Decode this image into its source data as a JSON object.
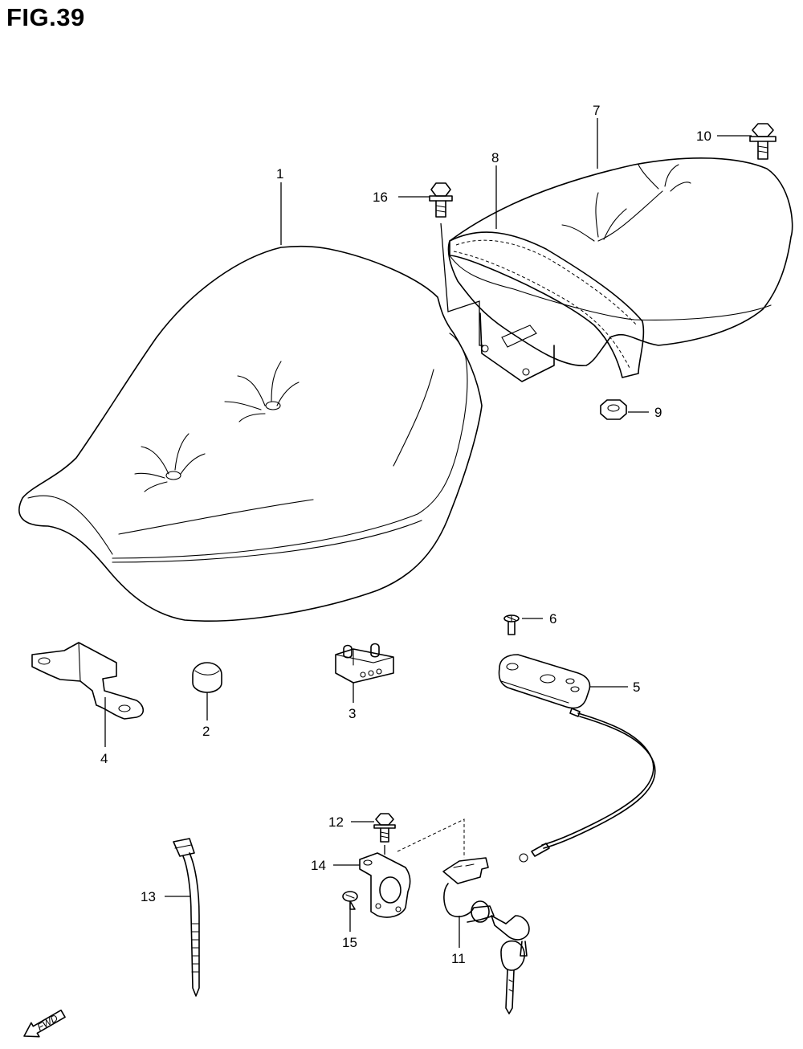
{
  "figure": {
    "title": "FIG.39"
  },
  "callouts": [
    {
      "part": "1",
      "label": "1"
    },
    {
      "part": "2",
      "label": "2"
    },
    {
      "part": "3",
      "label": "3"
    },
    {
      "part": "4",
      "label": "4"
    },
    {
      "part": "5",
      "label": "5"
    },
    {
      "part": "6",
      "label": "6"
    },
    {
      "part": "7",
      "label": "7"
    },
    {
      "part": "8",
      "label": "8"
    },
    {
      "part": "9",
      "label": "9"
    },
    {
      "part": "10",
      "label": "10"
    },
    {
      "part": "11",
      "label": "11"
    },
    {
      "part": "12",
      "label": "12"
    },
    {
      "part": "13",
      "label": "13"
    },
    {
      "part": "14",
      "label": "14"
    },
    {
      "part": "15",
      "label": "15"
    },
    {
      "part": "16",
      "label": "16"
    }
  ],
  "direction_marker": {
    "text": "FWD",
    "icon": "forward-arrow-icon"
  }
}
